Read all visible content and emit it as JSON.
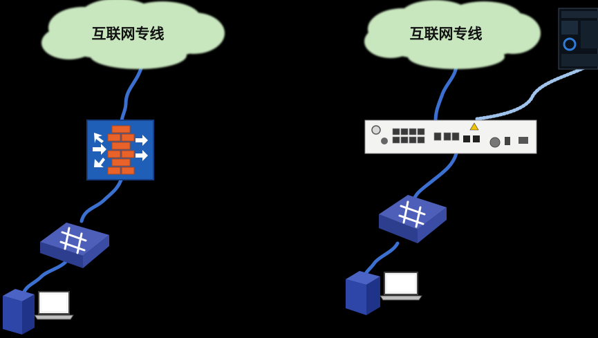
{
  "left_topology": {
    "cloud_label": "互联网专线",
    "devices": [
      "firewall-icon",
      "switch-icon",
      "server-icon",
      "laptop-icon"
    ]
  },
  "right_topology": {
    "cloud_label": "互联网专线",
    "devices": [
      "router-appliance",
      "switch-icon",
      "server-icon",
      "laptop-icon",
      "monitor-screenshot"
    ]
  },
  "colors": {
    "cloud": "#c9e7bf",
    "cable": "#3b6fd0",
    "cable_dark": "#2a4fa8",
    "firewall_bg": "#1f5fb7",
    "brick": "#e8622a",
    "switch_top": "#4d5fb8",
    "switch_side": "#2e3e8f",
    "server": "#2d46a8",
    "background": "#000000"
  }
}
